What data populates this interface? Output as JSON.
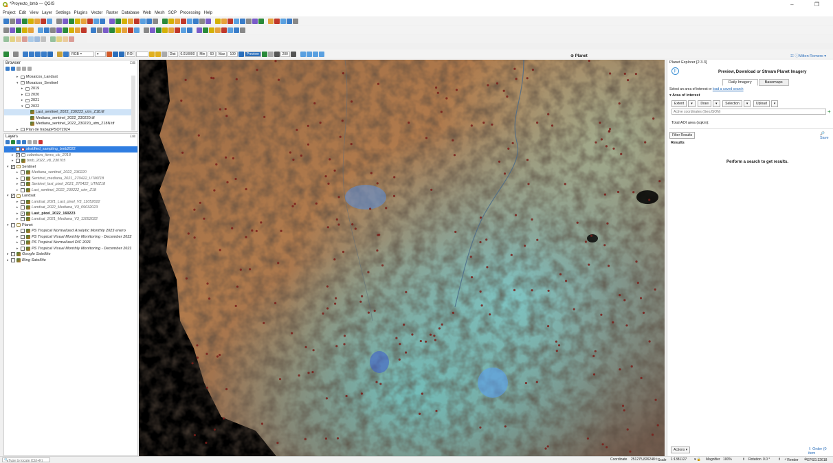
{
  "app": {
    "title": "*Proyecto_bmb — QGIS",
    "window_controls": "– ❐"
  },
  "menu": [
    "Project",
    "Edit",
    "View",
    "Layer",
    "Settings",
    "Plugins",
    "Vector",
    "Raster",
    "Database",
    "Web",
    "Mesh",
    "SCP",
    "Processing",
    "Help"
  ],
  "scp_toolbar": {
    "rgb_value": "RGB =",
    "roi_label": "ROI",
    "dist_label": "Dist",
    "dist_value": "0.010000",
    "min_label": "Min",
    "min_value": "60",
    "max_label": "Max",
    "max_value": "100",
    "preview_label": "Preview",
    "zoom_value": "200"
  },
  "planet_toolbar": {
    "label": "Planet",
    "user": "Milton Romero"
  },
  "browser": {
    "title": "Browser",
    "items": [
      {
        "label": "Mosaicos_Landsat",
        "indent": 2,
        "type": "folder"
      },
      {
        "label": "Mosaicos_Sentinel",
        "indent": 2,
        "type": "folder"
      },
      {
        "label": "2019",
        "indent": 3,
        "type": "folder"
      },
      {
        "label": "2020",
        "indent": 3,
        "type": "folder"
      },
      {
        "label": "2021",
        "indent": 3,
        "type": "folder"
      },
      {
        "label": "2022",
        "indent": 3,
        "type": "folder"
      },
      {
        "label": "Last_sentinel_2022_230222_utm_Z18.tif",
        "indent": 4,
        "type": "raster",
        "highlight": true
      },
      {
        "label": "Mediana_sentinel_2022_230220.tif",
        "indent": 4,
        "type": "raster"
      },
      {
        "label": "Mediana_sentinel_2022_230220_utm_Z18N.tif",
        "indent": 4,
        "type": "raster"
      },
      {
        "label": "Plan de trabajoPSO72024",
        "indent": 2,
        "type": "folder"
      }
    ]
  },
  "layers": {
    "title": "Layers",
    "items": [
      {
        "label": "stratified_sampling_bmb2022",
        "indent": 1,
        "type": "pt",
        "checked": true,
        "selected": true
      },
      {
        "label": "cobertura_tierra_clc_2018",
        "indent": 1,
        "type": "vec",
        "checked": true,
        "italic": true
      },
      {
        "label": "bmb_2022_v8_230705",
        "indent": 1,
        "type": "raster",
        "italic": true
      },
      {
        "label": "Sentinel",
        "indent": 0,
        "type": "grp",
        "checked": true
      },
      {
        "label": "Mediana_sentinel_2022_230220",
        "indent": 2,
        "type": "raster",
        "italic": true
      },
      {
        "label": "Sentinel_mediana_2021_270422_UTMZ18",
        "indent": 2,
        "type": "raster",
        "italic": true
      },
      {
        "label": "Sentinel_last_pixel_2021_270422_UTMZ18",
        "indent": 2,
        "type": "raster",
        "italic": true
      },
      {
        "label": "Last_sentinel_2022_230222_utm_Z18",
        "indent": 2,
        "type": "raster",
        "italic": true
      },
      {
        "label": "Landsat",
        "indent": 0,
        "type": "grp",
        "checked": true
      },
      {
        "label": "Landsat_2021_Last_pixel_V3_11052022",
        "indent": 2,
        "type": "raster",
        "italic": true
      },
      {
        "label": "Landsat_2022_Mediana_V3_09032023",
        "indent": 2,
        "type": "raster",
        "italic": true
      },
      {
        "label": "Last_pixel_2022_160223",
        "indent": 2,
        "type": "raster",
        "checked": true,
        "bold": true
      },
      {
        "label": "Landsat_2021_Mediana_V3_11052022",
        "indent": 2,
        "type": "raster",
        "italic": true
      },
      {
        "label": "Planet",
        "indent": 0,
        "type": "grp"
      },
      {
        "label": "PS Tropical Normalized Analytic Monthly 2023 enero",
        "indent": 2,
        "type": "raster",
        "italic": true,
        "bold": true
      },
      {
        "label": "PS Tropical Visual Monthly Monitoring - December 2022",
        "indent": 2,
        "type": "raster",
        "italic": true,
        "bold": true
      },
      {
        "label": "PS Tropical Normalized DIC 2021",
        "indent": 2,
        "type": "raster",
        "italic": true,
        "bold": true
      },
      {
        "label": "PS Tropical Visual Monthly Monitoring - December 2021",
        "indent": 2,
        "type": "raster",
        "italic": true,
        "bold": true
      },
      {
        "label": "Google Satellite",
        "indent": 0,
        "type": "raster",
        "italic": true,
        "bold": true
      },
      {
        "label": "Bing Satellite",
        "indent": 0,
        "type": "raster",
        "italic": true,
        "bold": true
      }
    ]
  },
  "planet_explorer": {
    "title": "Planet Explorer [2.3.3]",
    "heading": "Preview, Download or Stream Planet Imagery",
    "tabs": [
      "Daily Imagery",
      "Basemaps"
    ],
    "aoi_prompt": "Select an area of interest or",
    "aoi_link": "load a saved search",
    "aoi_section": "Area of interest",
    "aoi_buttons": [
      "Extent",
      "Draw",
      "Selection",
      "Upload"
    ],
    "coord_placeholder": "Active coordinates (GeoJSON)",
    "aoi_total": "Total AOI area (sqkm):",
    "filter_button": "Filter Results",
    "save_button": "Save",
    "results_label": "Results",
    "empty_message": "Perform a search to get results.",
    "actions_label": "Actions",
    "order_label": "Order (0 item"
  },
  "status_bar": {
    "locate_placeholder": "Type to locate (Ctrl+K)",
    "coordinate_label": "Coordinate",
    "coordinate_value": "251275,826248",
    "scale_label": "Scale",
    "scale_value": "1:1381127",
    "magnifier_label": "Magnifier",
    "magnifier_value": "100%",
    "rotation_label": "Rotation",
    "rotation_value": "0.0 °",
    "render_label": "Render",
    "crs_label": "EPSG:32618"
  }
}
